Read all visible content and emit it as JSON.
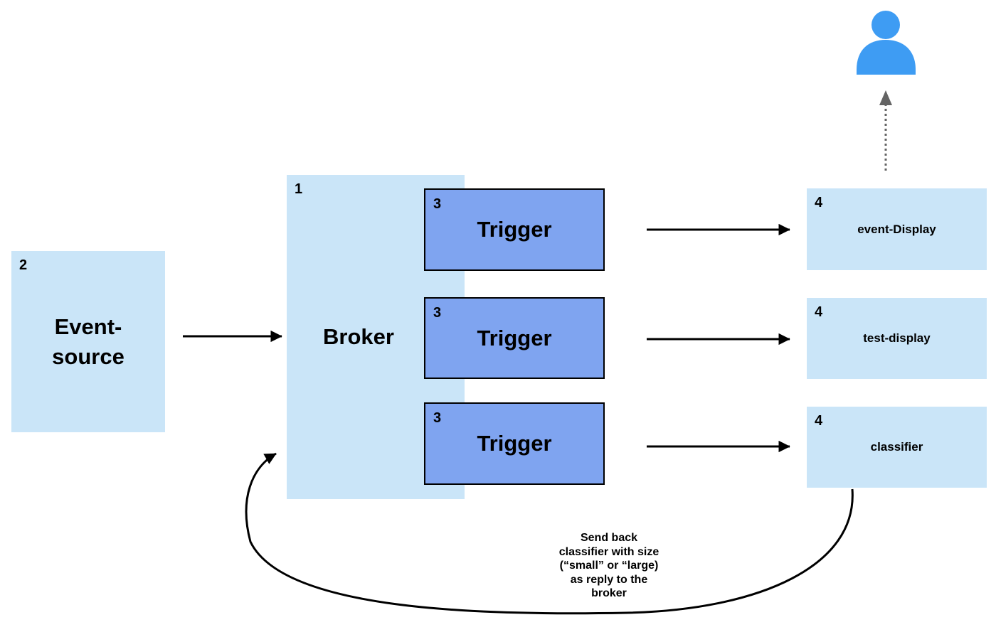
{
  "diagram": {
    "event_source": {
      "badge": "2",
      "label": "Event-\nsource"
    },
    "broker": {
      "badge": "1",
      "label": "Broker"
    },
    "triggers": [
      {
        "badge": "3",
        "label": "Trigger"
      },
      {
        "badge": "3",
        "label": "Trigger"
      },
      {
        "badge": "3",
        "label": "Trigger"
      }
    ],
    "services": [
      {
        "badge": "4",
        "label": "event-Display"
      },
      {
        "badge": "4",
        "label": "test-display"
      },
      {
        "badge": "4",
        "label": "classifier"
      }
    ],
    "note": "Send back\nclassifier with size\n(“small” or “large)\nas reply to the\nbroker",
    "icons": {
      "person": "user-icon",
      "arrows": [
        "event-source-to-broker",
        "trigger1-to-event-display",
        "trigger2-to-test-display",
        "trigger3-to-classifier",
        "event-display-to-user-dashed",
        "classifier-reply-to-broker-curved"
      ]
    },
    "colors": {
      "light_blue": "#cae5f8",
      "trigger_blue": "#7fa4f0",
      "person_blue": "#3e9cf3",
      "arrow_black": "#000000",
      "dashed_gray": "#646464"
    }
  }
}
